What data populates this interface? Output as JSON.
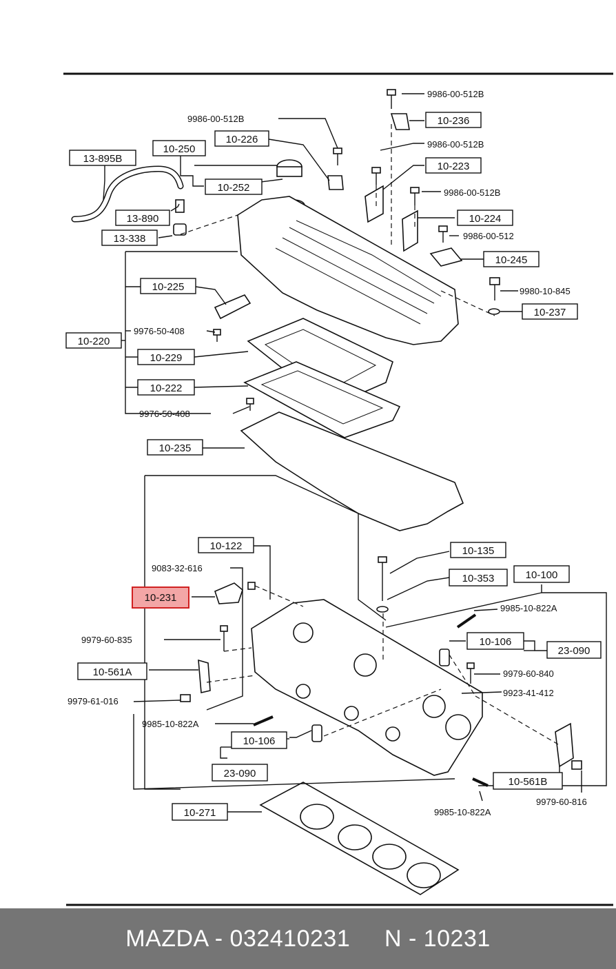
{
  "boxed_labels": {
    "l_13_895B": "13-895B",
    "l_10_250": "10-250",
    "l_10_252": "10-252",
    "l_10_226": "10-226",
    "l_10_236": "10-236",
    "l_10_223": "10-223",
    "l_10_224": "10-224",
    "l_10_245": "10-245",
    "l_10_237": "10-237",
    "l_13_890": "13-890",
    "l_13_338": "13-338",
    "l_10_225": "10-225",
    "l_10_220": "10-220",
    "l_10_229": "10-229",
    "l_10_222": "10-222",
    "l_10_235": "10-235",
    "l_10_122": "10-122",
    "l_10_135": "10-135",
    "l_10_353": "10-353",
    "l_10_100": "10-100",
    "l_10_231": "10-231",
    "l_10_106a": "10-106",
    "l_23_090a": "23-090",
    "l_10_561A": "10-561A",
    "l_10_106b": "10-106",
    "l_23_090b": "23-090",
    "l_10_561B": "10-561B",
    "l_10_271": "10-271"
  },
  "plain_labels": {
    "p1": "9986-00-512B",
    "p2": "9986-00-512B",
    "p3": "9986-00-512B",
    "p4": "9986-00-512B",
    "p5": "9986-00-512",
    "p6": "9980-10-845",
    "p7": "9976-50-408",
    "p8": "9976-50-408",
    "p9": "9083-32-616",
    "p10": "9985-10-822A",
    "p11": "9979-60-835",
    "p12": "9979-60-840",
    "p13": "9923-41-412",
    "p14": "9979-61-016",
    "p15": "9985-10-822A",
    "p16": "9985-10-822A",
    "p17": "9979-60-816"
  },
  "highlight_color": "#d02020",
  "footer": {
    "text": "MAZDA - 032410231     N - 10231"
  }
}
